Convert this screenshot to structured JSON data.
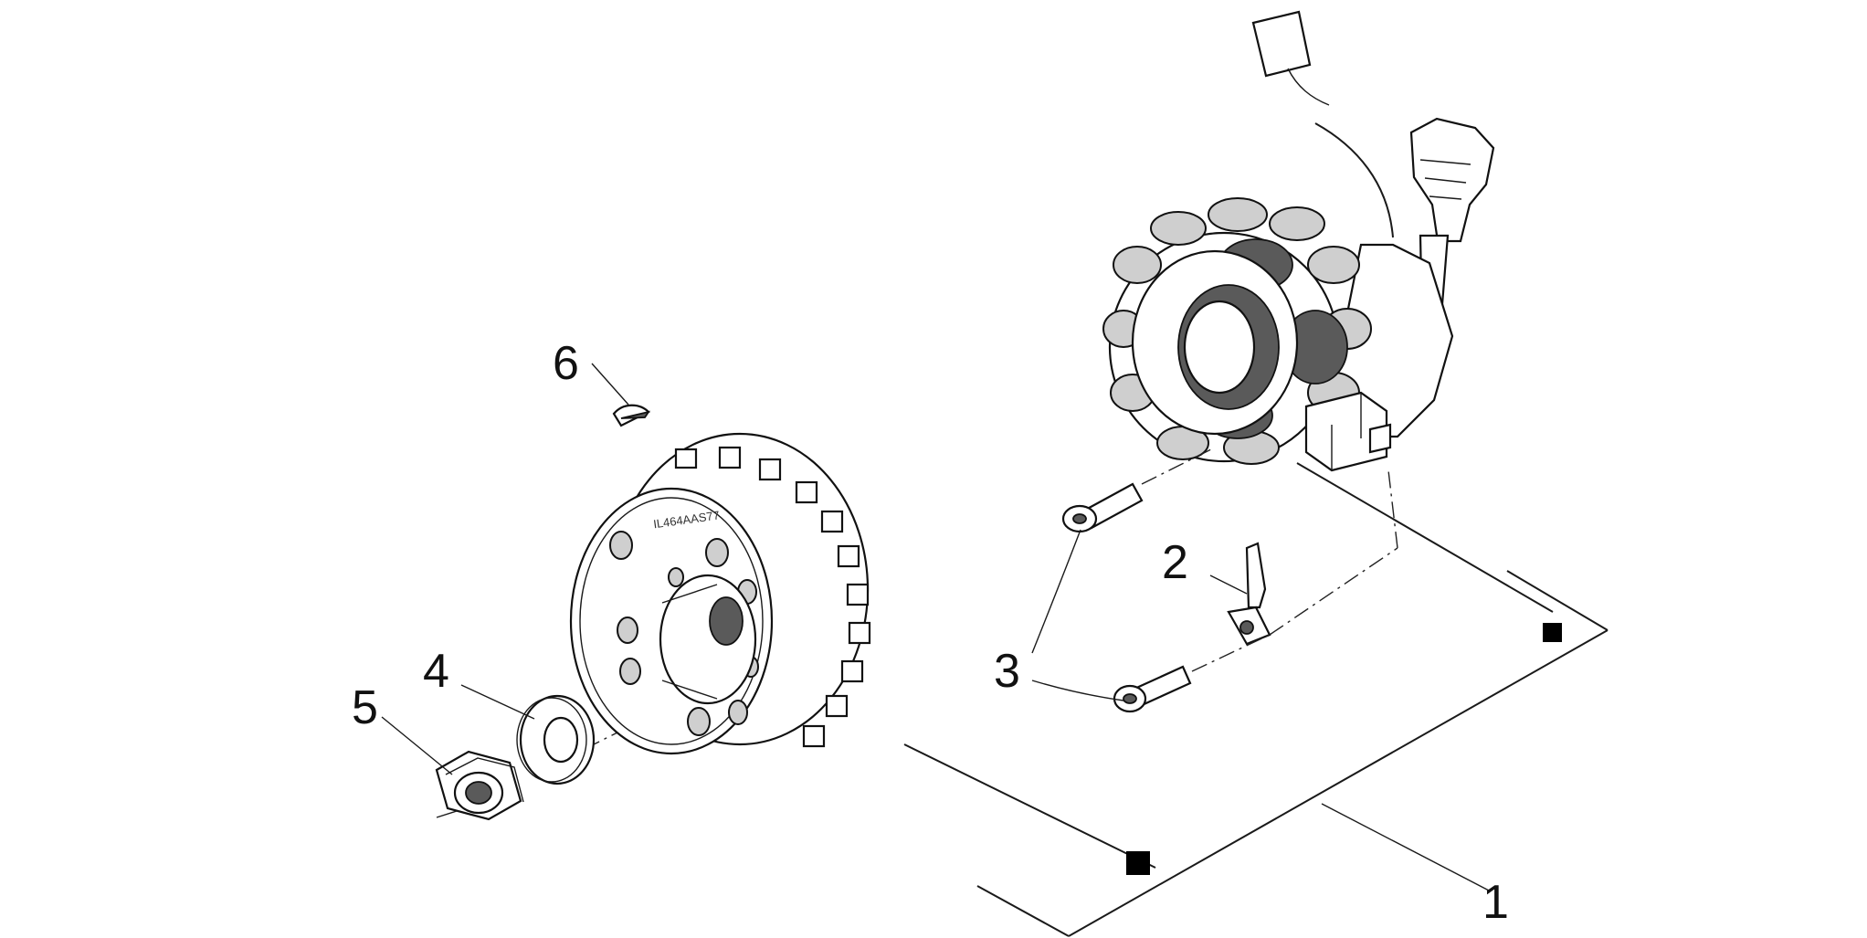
{
  "diagram": {
    "callouts": [
      {
        "id": "1",
        "label": "1"
      },
      {
        "id": "2",
        "label": "2"
      },
      {
        "id": "3",
        "label": "3"
      },
      {
        "id": "4",
        "label": "4"
      },
      {
        "id": "5",
        "label": "5"
      },
      {
        "id": "6",
        "label": "6"
      }
    ],
    "rotor_stamp": "IL464AAS77",
    "colors": {
      "line": "#111111",
      "fill": "#ffffff",
      "shade": "#cfcfcf",
      "marker": "#000000"
    }
  }
}
